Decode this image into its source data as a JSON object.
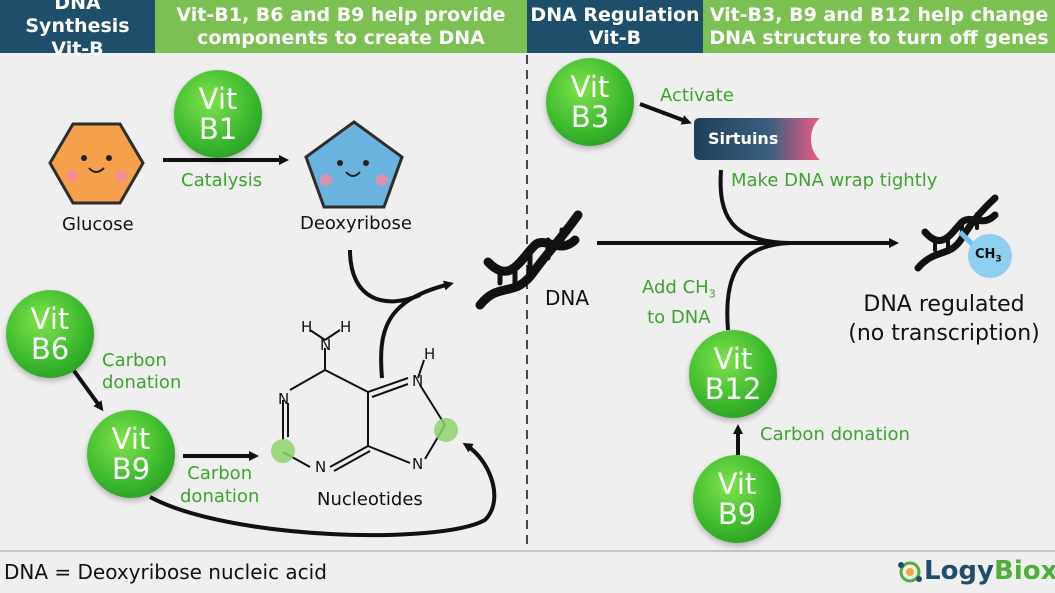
{
  "headers": {
    "synthesis_title_line1": "DNA Synthesis",
    "synthesis_title_line2": "Vit-B",
    "synthesis_desc_line1": "Vit-B1, B6 and B9 help provide",
    "synthesis_desc_line2": "components to create DNA",
    "regulation_title_line1": "DNA Regulation",
    "regulation_title_line2": "Vit-B",
    "regulation_desc_line1": "Vit-B3, B9 and B12 help change",
    "regulation_desc_line2": "DNA structure to turn off genes"
  },
  "vitamins": {
    "b1": {
      "line1": "Vit",
      "line2": "B1"
    },
    "b6": {
      "line1": "Vit",
      "line2": "B6"
    },
    "b9_left": {
      "line1": "Vit",
      "line2": "B9"
    },
    "b3": {
      "line1": "Vit",
      "line2": "B3"
    },
    "b12": {
      "line1": "Vit",
      "line2": "B12"
    },
    "b9_right": {
      "line1": "Vit",
      "line2": "B9"
    }
  },
  "labels": {
    "glucose": "Glucose",
    "deoxyribose": "Deoxyribose",
    "catalysis": "Catalysis",
    "carbon_donation": "Carbon",
    "donation": "donation",
    "nucleotides": "Nucleotides",
    "dna": "DNA",
    "activate": "Activate",
    "sirtuins": "Sirtuins",
    "make_dna_wrap": "Make DNA wrap tightly",
    "add_ch3_line1": "Add CH",
    "add_ch3_sub": "3",
    "add_ch3_line2": "to DNA",
    "ch3_badge": "CH",
    "ch3_badge_sub": "3",
    "dna_regulated_line1": "DNA regulated",
    "dna_regulated_line2": "(no transcription)",
    "carbon_donation_right": "Carbon donation",
    "atom_n": "N",
    "atom_h": "H"
  },
  "footer": {
    "definition": "DNA = Deoxyribose nucleic acid",
    "logo_part1": "Logy",
    "logo_part2": "Biox"
  },
  "colors": {
    "header_dark": "#1f4e6b",
    "header_green": "#7cbf53",
    "vitamin_green": "#3cb92e",
    "label_green": "#3ea32f",
    "glucose_orange": "#f5a04a",
    "deoxyribose_blue": "#6ab3df"
  }
}
